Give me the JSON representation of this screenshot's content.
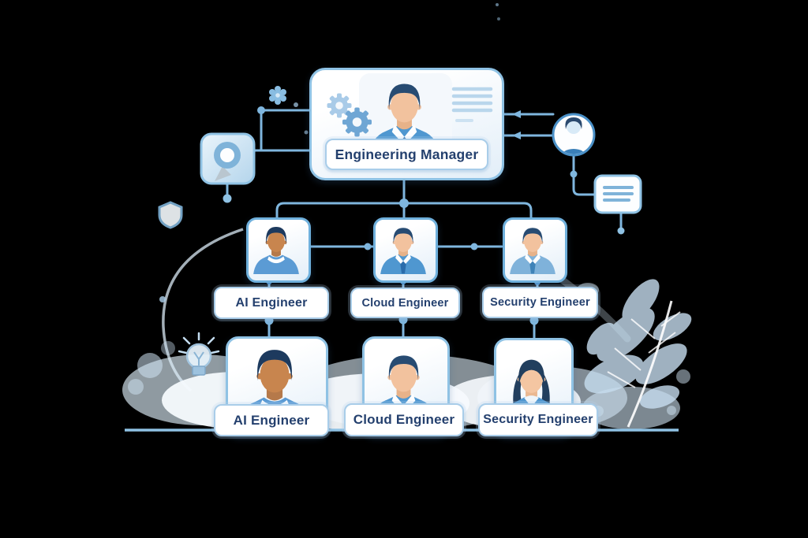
{
  "chart": {
    "root": {
      "label": "Engineering Manager"
    },
    "level2": [
      {
        "label": "AI Engineer"
      },
      {
        "label": "Cloud Engineer"
      },
      {
        "label": "Security Engineer"
      }
    ],
    "level3": [
      {
        "label": "AI Engineer"
      },
      {
        "label": "Cloud Engineer"
      },
      {
        "label": "Security Engineer"
      }
    ]
  },
  "decorations": {
    "icons": [
      "gears-icon",
      "magnifier-icon",
      "sparkle-gear-icon",
      "shield-icon",
      "lightbulb-icon",
      "user-circle-icon",
      "notes-icon",
      "text-lines-icon",
      "feather-plant",
      "clouds",
      "dotted-arc",
      "circuit-lines"
    ]
  },
  "colors": {
    "background": "#000000",
    "connector": "#7fb6de",
    "card_border": "#8fc2e4",
    "label_border": "#a9cde9",
    "label_text": "#24406e",
    "accent_blue": "#4f97d0",
    "dark_navy": "#274b72"
  }
}
